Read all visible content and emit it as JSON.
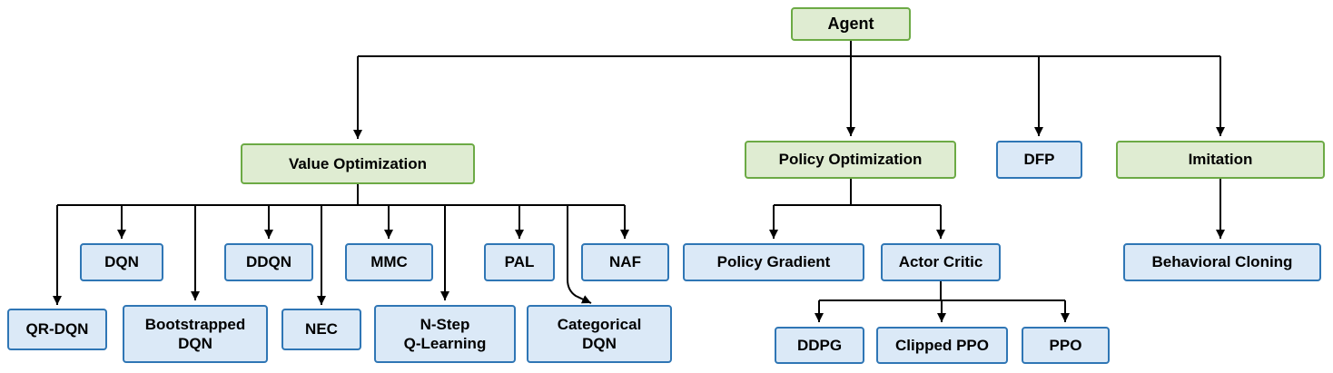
{
  "diagram": {
    "nodes": {
      "agent": "Agent",
      "value_optimization": "Value Optimization",
      "policy_optimization": "Policy Optimization",
      "dfp": "DFP",
      "imitation": "Imitation",
      "dqn": "DQN",
      "ddqn": "DDQN",
      "mmc": "MMC",
      "pal": "PAL",
      "naf": "NAF",
      "qr_dqn": "QR-DQN",
      "bootstrapped_dqn": "Bootstrapped\nDQN",
      "nec": "NEC",
      "n_step_q_learning": "N-Step\nQ-Learning",
      "categorical_dqn": "Categorical\nDQN",
      "policy_gradient": "Policy Gradient",
      "actor_critic": "Actor Critic",
      "ddpg": "DDPG",
      "clipped_ppo": "Clipped PPO",
      "ppo": "PPO",
      "behavioral_cloning": "Behavioral Cloning"
    },
    "edges": [
      [
        "Agent",
        "Value Optimization"
      ],
      [
        "Agent",
        "Policy Optimization"
      ],
      [
        "Agent",
        "DFP"
      ],
      [
        "Agent",
        "Imitation"
      ],
      [
        "Value Optimization",
        "QR-DQN"
      ],
      [
        "Value Optimization",
        "DQN"
      ],
      [
        "Value Optimization",
        "Bootstrapped DQN"
      ],
      [
        "Value Optimization",
        "DDQN"
      ],
      [
        "Value Optimization",
        "NEC"
      ],
      [
        "Value Optimization",
        "MMC"
      ],
      [
        "Value Optimization",
        "N-Step Q-Learning"
      ],
      [
        "Value Optimization",
        "PAL"
      ],
      [
        "Value Optimization",
        "Categorical DQN"
      ],
      [
        "Value Optimization",
        "NAF"
      ],
      [
        "Policy Optimization",
        "Policy Gradient"
      ],
      [
        "Policy Optimization",
        "Actor Critic"
      ],
      [
        "Actor Critic",
        "DDPG"
      ],
      [
        "Actor Critic",
        "Clipped PPO"
      ],
      [
        "Actor Critic",
        "PPO"
      ],
      [
        "Imitation",
        "Behavioral Cloning"
      ]
    ],
    "colors": {
      "category_fill": "#dfecd2",
      "category_border": "#6caa45",
      "algorithm_fill": "#dbe9f7",
      "algorithm_border": "#2f76b5",
      "connector": "#000000"
    }
  }
}
